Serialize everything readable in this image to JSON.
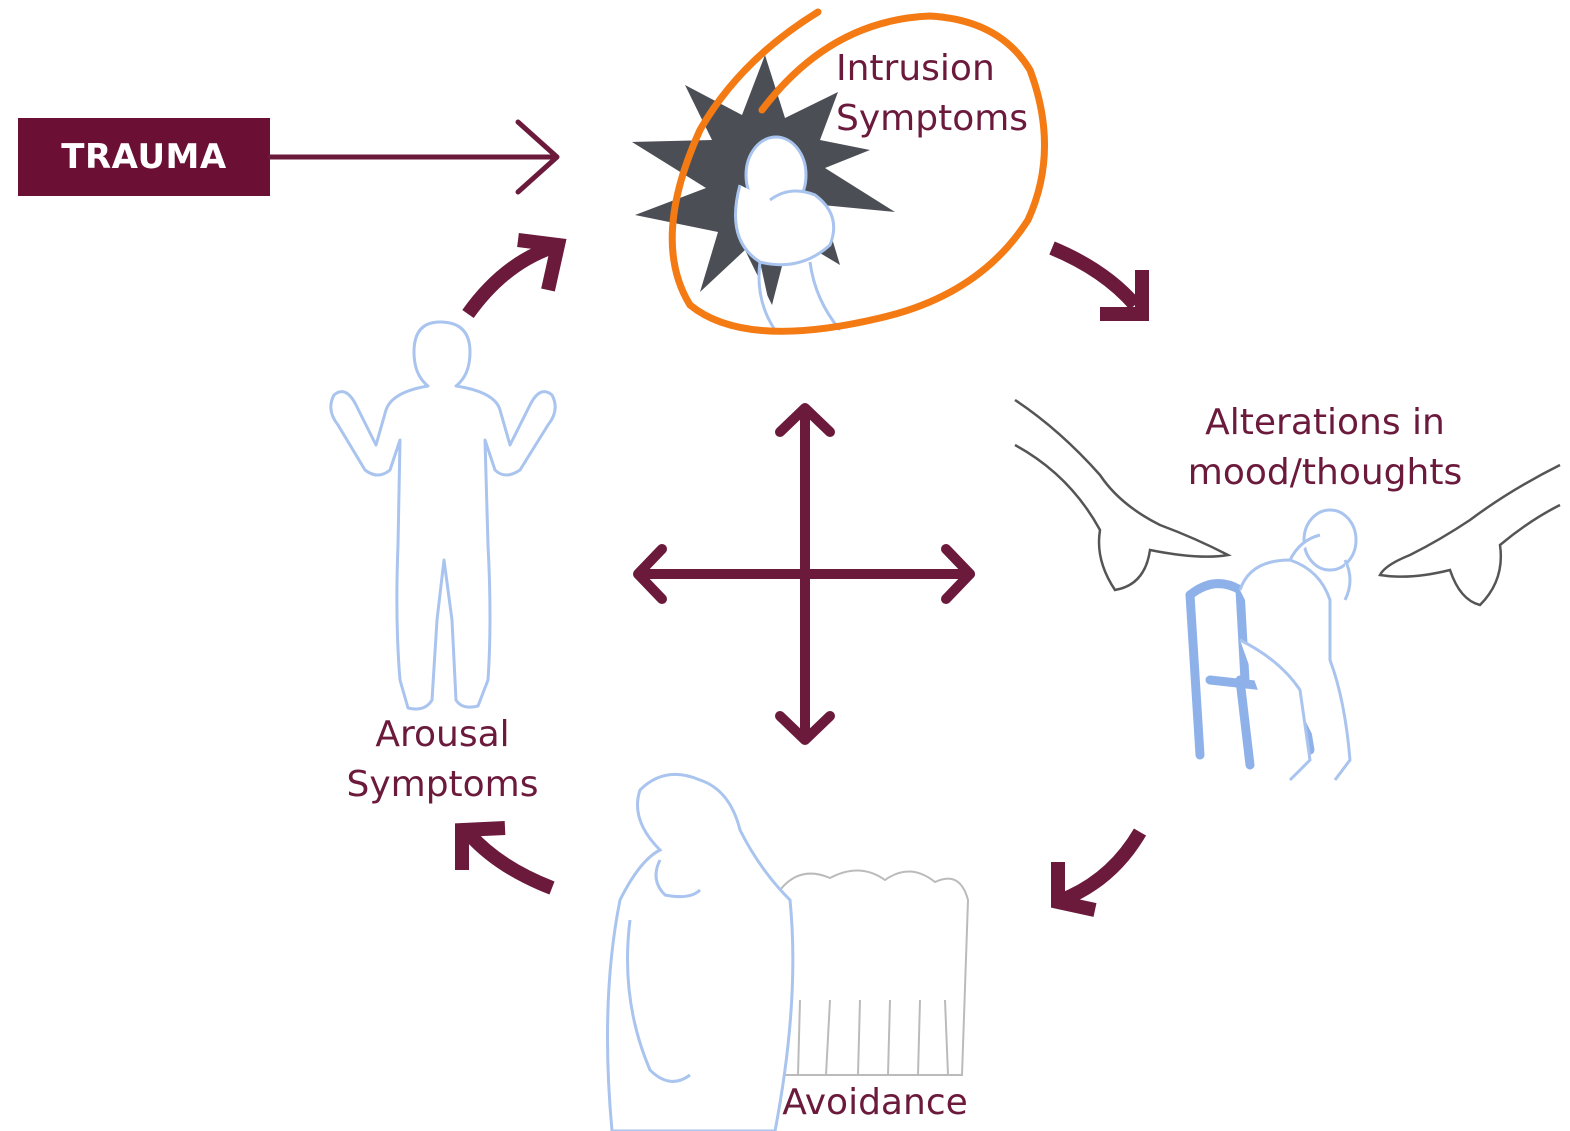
{
  "colors": {
    "maroon": "#6b1a3c",
    "box": "#6b0f34",
    "figure_blue": "#a9c4ee",
    "chair_blue": "#8fb1ea",
    "highlight": "#f47a14",
    "star": "#4b4f55"
  },
  "trauma": {
    "label": "TRAUMA"
  },
  "nodes": {
    "intrusion": {
      "line1": "Intrusion",
      "line2": "Symptoms"
    },
    "alterations": {
      "line1": "Alterations in",
      "line2": "mood/thoughts"
    },
    "avoidance": {
      "line1": "Avoidance"
    },
    "arousal": {
      "line1": "Arousal",
      "line2": "Symptoms"
    }
  },
  "icons": {
    "intrusion": "crouching-person-with-burst-icon",
    "alterations": "seated-person-with-pointing-hands-icon",
    "avoidance": "person-turning-away-from-crowd-icon",
    "arousal": "standing-person-hands-raised-icon"
  }
}
